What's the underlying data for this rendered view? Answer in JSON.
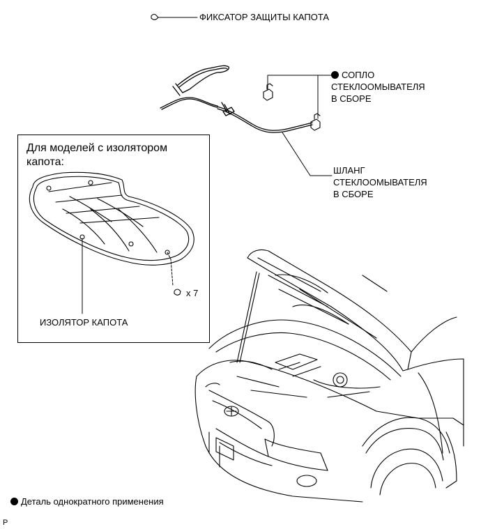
{
  "labels": {
    "hood_clip": "ФИКСАТОР ЗАЩИТЫ КАПОТА",
    "nozzle": "СОПЛО\nСТЕКЛООМЫВАТЕЛЯ\nВ СБОРЕ",
    "hose": "ШЛАНГ\nСТЕКЛООМЫВАТЕЛЯ\nВ СБОРЕ",
    "insulator": "ИЗОЛЯТОР КАПОТА",
    "clip_count": "x 7"
  },
  "inset": {
    "title": "Для моделей с изолятором\nкапота:"
  },
  "legend": {
    "non_reusable": "Деталь однократного применения"
  },
  "footer": {
    "page_mark": "P"
  }
}
